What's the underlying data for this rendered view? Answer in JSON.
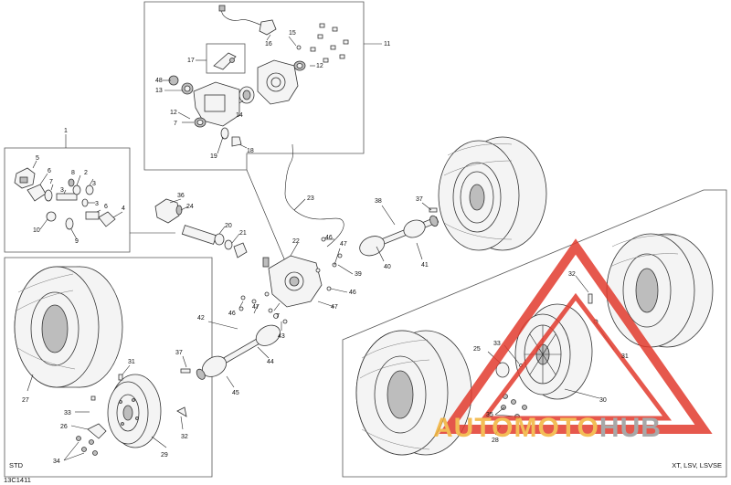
{
  "callouts": {
    "n1": "1",
    "n2": "2",
    "n3": "3",
    "n4": "4",
    "n5": "5",
    "n6": "6",
    "n7": "7",
    "n8": "8",
    "n9": "9",
    "n10": "10",
    "n11": "11",
    "n12": "12",
    "n13": "13",
    "n14": "14",
    "n15": "15",
    "n16": "16",
    "n17": "17",
    "n18": "18",
    "n19": "19",
    "n20": "20",
    "n21": "21",
    "n22": "22",
    "n23": "23",
    "n24": "24",
    "n25": "25",
    "n26": "26",
    "n27": "27",
    "n28": "28",
    "n29": "29",
    "n30": "30",
    "n31": "31",
    "n32": "32",
    "n33": "33",
    "n34": "34",
    "n35": "35",
    "n36": "36",
    "n37": "37",
    "n38": "38",
    "n39": "39",
    "n40": "40",
    "n41": "41",
    "n42": "42",
    "n43": "43",
    "n44": "44",
    "n45": "45",
    "n46": "46",
    "n47": "47",
    "n48": "48"
  },
  "variant_labels": {
    "std": "STD",
    "xt": "XT, LSV, LSVSE"
  },
  "drawing_code": "13C1411",
  "watermark": {
    "brand_auto": "AUTO",
    "brand_moto": "MOTO",
    "brand_hub": "HUB",
    "color_auto": "#f2b23a",
    "color_moto": "#f2b23a",
    "color_hub": "#9a9a9a",
    "triangle_color": "#e23b2e"
  }
}
